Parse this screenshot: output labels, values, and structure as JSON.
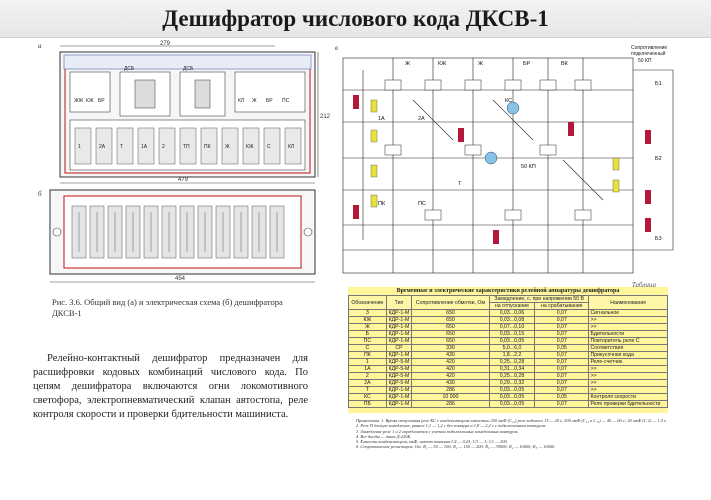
{
  "page": {
    "title": "Дешифратор числового кода ДКСВ-1"
  },
  "drawing": {
    "label_a": "а",
    "label_b": "б",
    "dim_top": "279",
    "dim_mid": "479",
    "dim_bottom": "454",
    "dim_side": "212",
    "relay_labels": [
      "ЖЖ",
      "КЖ",
      "БР",
      "ДСБ",
      "ДСБ",
      "КЛ",
      "Ж",
      "БР",
      "ПС",
      "1",
      "2А",
      "Т",
      "1А",
      "2",
      "ТП",
      "ПК",
      "Ж",
      "КЖ",
      "С",
      "КЛ"
    ]
  },
  "schematic": {
    "label": "в",
    "note_top": "Сопротивление",
    "note_top2": "подключенный",
    "note_top3": "50 КП",
    "labels": [
      "Ж",
      "КЖ",
      "Ж",
      "БР",
      "ВК",
      "1А",
      "2А",
      "ПК",
      "ПС",
      "Т",
      "КС",
      "50 КП",
      "Б1",
      "Б2",
      "Б3"
    ]
  },
  "caption": "Рис. 3.6. Общий вид (а) и электрическая схема (б) дешифратора ДКСВ-1",
  "body": "Релейно-контактный дешифратор предназначен для расшифровки кодовых комбинаций числового кода. По цепям дешифратора включаются огни локомотивного светофора, электропневматический клапан автостопа, реле контроля скорости и проверки бдительности машиниста.",
  "table": {
    "label": "Таблица",
    "title": "Временные и электрические характеристики релейной аппаратуры дешифратора",
    "headers": [
      "Обозначение",
      "Тип",
      "Сопротивление обмотки, Ом",
      "Замедление, с, при напряжении 50 В",
      "Наименование"
    ],
    "subheaders": [
      "на отпускание",
      "на срабатывание"
    ],
    "rows": [
      [
        "З",
        "КДР-1-М",
        "650",
        "0,03...0,06",
        "0,07",
        "Сигнальное"
      ],
      [
        "КЖ",
        "КДР-1-М",
        "650",
        "0,03...0,08",
        "0,07",
        ">>"
      ],
      [
        "Ж",
        "КДР-1-М",
        "650",
        "0,07...0,10",
        "0,07",
        ">>"
      ],
      [
        "Б",
        "КДР-1-М",
        "650",
        "0,03...0,15",
        "0,07",
        "Бдительности"
      ],
      [
        "ПС",
        "КДР-1-М",
        "650",
        "0,03...0,05",
        "0,07",
        "Повторитель реле С"
      ],
      [
        "С",
        "СР",
        "330",
        "5,0...6,0",
        "0,05",
        "Соответствия"
      ],
      [
        "ПК",
        "КДР-1-М",
        "430",
        "1,8...2,2",
        "0,07",
        "Прикусочная кода"
      ],
      [
        "1",
        "КДР-5-М",
        "420",
        "0,25...0,28",
        "0,07",
        "Реле-счетчик"
      ],
      [
        "1А",
        "КДР-5-М",
        "420",
        "0,31...0,34",
        "0,07",
        ">>"
      ],
      [
        "2",
        "КДР-5-М",
        "420",
        "0,25...0,28",
        "0,07",
        ">>"
      ],
      [
        "2А",
        "КДР-5-М",
        "430",
        "0,29...0,32",
        "0,07",
        ">>"
      ],
      [
        "Т",
        "КДР-1-М",
        "286",
        "0,03...0,05",
        "0,07",
        ">>"
      ],
      [
        "КС",
        "КДР-1-М",
        "10 000",
        "0,03...0,05",
        "0,05",
        "Контроля скорости"
      ],
      [
        "ПБ",
        "КДР-1-М",
        "286",
        "0,03...0,05",
        "0,07",
        "Реле проверки бдительности"
      ]
    ],
    "notes": [
      "Примечания. 1. Время отпускания реле КС с конденсатором емкостью 250 мкФ (С₁₄) реле кодового 15 — 20 с, 500 мкФ (С₁₄ и С₁₅) — 40 — 60 с; 20 мкФ (С 2) — 1,5 с.",
      "2. Реле П блокут замедление, равное 1,1 — 1,2 с без контура и 1,8 — 2,2 с с подключенным контуром.",
      "3. Замедление реле 1 и 2 определяется с учетом подключенных замедленных контуров.",
      "4. Все диоды — типа Д-226Б.",
      "5. Емкости конденсаторов, мкФ, имеют значения С4 — 0,25; С3 — 1; С1 — 200.",
      "6. Сопротивление резисторов, Ом: R₁ — 50 — 100; R₂ — 150 — 200; R₃ — 39000; R₄ — 10000; R₅ — 10000."
    ]
  }
}
